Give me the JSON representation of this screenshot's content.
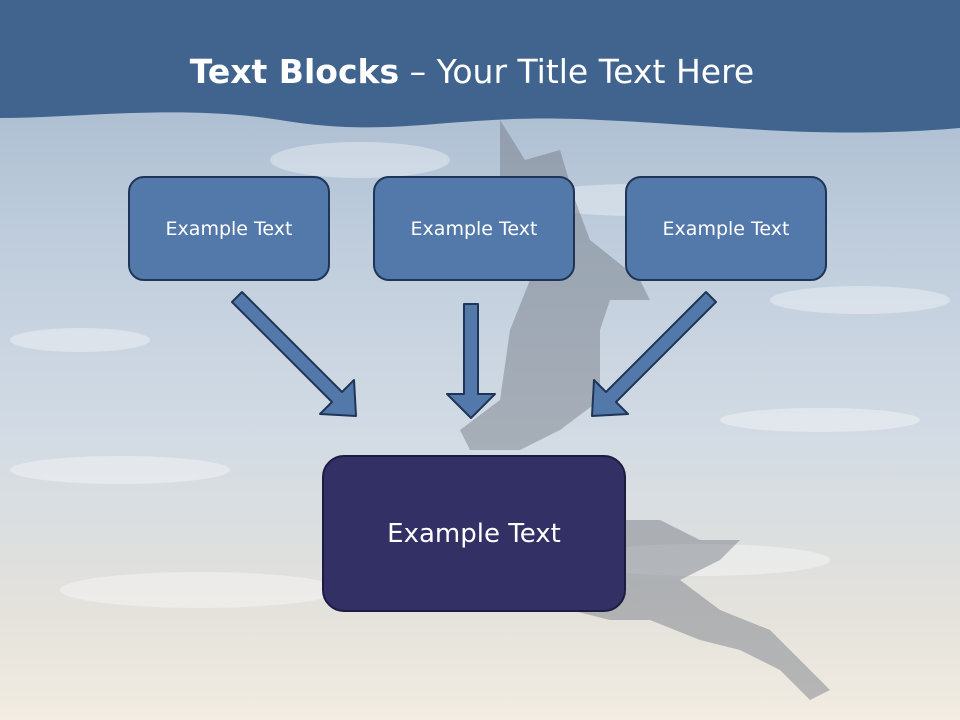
{
  "title": {
    "bold": "Text Blocks",
    "dash": " – ",
    "rest": "Your Title Text Here"
  },
  "boxes": {
    "top": [
      "Example Text",
      "Example Text",
      "Example Text"
    ],
    "bottom": "Example Text"
  },
  "colors": {
    "header_band": "#41648f",
    "box_fill": "#5379ab",
    "box_border": "#1f3557",
    "bottom_box_fill": "#333066",
    "arrow_fill": "#5379ab"
  }
}
